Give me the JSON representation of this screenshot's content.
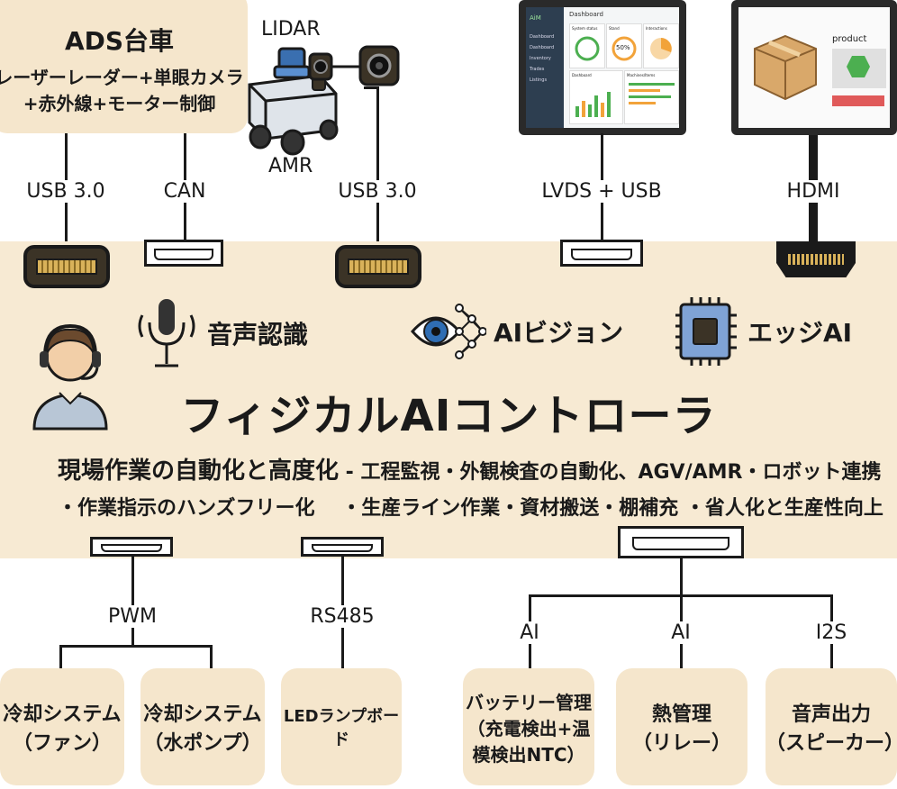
{
  "top": {
    "ads_box": {
      "title": "ADS台車",
      "line1": "レーザーレーダー+単眼カメラ",
      "line2": "+赤外線+モーター制御"
    },
    "lidar_label": "LIDAR",
    "amr_label": "AMR",
    "connectors": {
      "usb1": "USB 3.0",
      "can": "CAN",
      "usb2": "USB 3.0",
      "lvds": "LVDS + USB",
      "hdmi": "HDMI"
    },
    "dashboard": {
      "title": "Dashboard",
      "logo": "AiM",
      "nav": [
        "Dashboard",
        "Dashboard",
        "Inventory",
        "Trades",
        "Listings"
      ],
      "cards": [
        "System status",
        "Stand",
        "Interactions",
        "Dashboard",
        "Machines/Items"
      ],
      "gauge_text": "50%"
    },
    "product_screen": {
      "label": "product"
    }
  },
  "center": {
    "features": {
      "voice": "音声認識",
      "vision": "AIビジョン",
      "edge": "エッジAI"
    },
    "main_title": "フィジカルAIコントローラ",
    "desc_line1_bold": "現場作業の自動化と高度化",
    "desc_line1_rest": " - 工程監視・外観検査の自動化、AGV/AMR・ロボット連携",
    "desc_line2": "・作業指示のハンズフリー化　 ・生産ライン作業・資材搬送・棚補充 ・省人化と生産性向上"
  },
  "bottom": {
    "connectors": {
      "pwm": "PWM",
      "rs485": "RS485",
      "ai1": "AI",
      "ai2": "AI",
      "i2s": "I2S"
    },
    "boxes": {
      "fan": {
        "line1": "冷却システム",
        "line2": "（ファン）"
      },
      "pump": {
        "line1": "冷却システム",
        "line2": "（水ポンプ）"
      },
      "led": {
        "line1": "LEDランプボード"
      },
      "battery": {
        "line1": "バッテリー管理",
        "line2": "（充電検出+温",
        "line3": "模検出NTC）"
      },
      "thermal": {
        "line1": "熱管理",
        "line2": "（リレー）"
      },
      "audio": {
        "line1": "音声出力",
        "line2": "（スピーカー）"
      }
    }
  },
  "colors": {
    "box": "#f5e6cc",
    "band": "#f7ead3",
    "line": "#1a1a1a",
    "accent_green": "#4caf50",
    "accent_orange": "#f2a33a"
  }
}
